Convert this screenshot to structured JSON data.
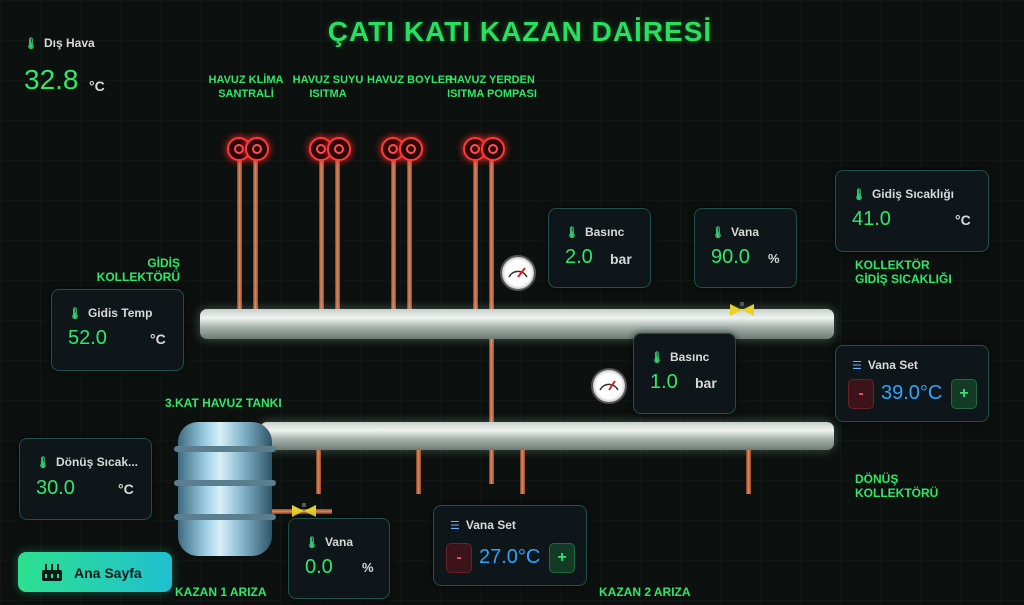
{
  "title": "ÇATI KATI KAZAN DAİRESİ",
  "outdoor": {
    "label": "Dış Hava",
    "value": "32.8",
    "unit": "°C"
  },
  "pump_labels": [
    {
      "line1": "HAVUZ KLİMA",
      "line2": "SANTRALİ"
    },
    {
      "line1": "HAVUZ SUYU",
      "line2": "ISITMA"
    },
    {
      "line1": "HAVUZ BOYLER",
      "line2": ""
    },
    {
      "line1": "HAVUZ YERDEN",
      "line2": "ISITMA POMPASI"
    }
  ],
  "labels": {
    "gidis_kollektoru_1": "GİDİŞ",
    "gidis_kollektoru_2": "KOLLEKTÖRÜ",
    "kollektor_gidis_1": "KOLLEKTÖR",
    "kollektor_gidis_2": "GİDİŞ SICAKLIĞI",
    "havuz_tanki": "3.KAT HAVUZ TANKI",
    "donus_1": "DÖNÜŞ",
    "donus_2": "KOLLEKTÖRÜ",
    "kazan1": "KAZAN 1 ARIZA",
    "kazan2": "KAZAN 2 ARIZA"
  },
  "cards": {
    "basinc_top": {
      "label": "Basınc",
      "value": "2.0",
      "unit": "bar"
    },
    "vana_top": {
      "label": "Vana",
      "value": "90.0",
      "unit": "%"
    },
    "gidis_sicakligi": {
      "label": "Gidiş Sıcaklığı",
      "value": "41.0",
      "unit": "°C"
    },
    "gidis_temp": {
      "label": "Gidis Temp",
      "value": "52.0",
      "unit": "°C"
    },
    "basinc_mid": {
      "label": "Basınc",
      "value": "1.0",
      "unit": "bar"
    },
    "vana_set_right": {
      "label": "Vana Set",
      "value": "39.0°C",
      "minus": "-",
      "plus": "+"
    },
    "donus_sicakligi": {
      "label": "Dönüş Sıcak...",
      "value": "30.0",
      "unit": "°C"
    },
    "vana_bottom": {
      "label": "Vana",
      "value": "0.0",
      "unit": "%"
    },
    "vana_set_bottom": {
      "label": "Vana Set",
      "value": "27.0°C",
      "minus": "-",
      "plus": "+"
    }
  },
  "home_button": {
    "label": "Ana Sayfa"
  },
  "icons": {
    "thermometer": "thermometer-icon",
    "sliders": "sliders-icon",
    "boiler": "boiler-icon"
  },
  "colors": {
    "accent": "#2fe86a",
    "setpoint": "#2aa5ff",
    "pump": "#ff3a3a"
  }
}
